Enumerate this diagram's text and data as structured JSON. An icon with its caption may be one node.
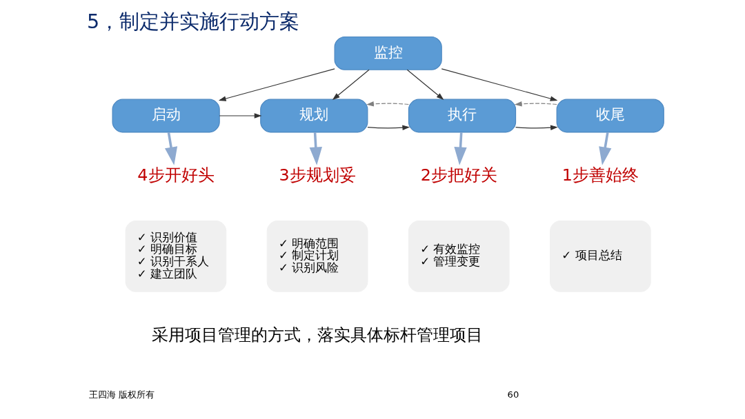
{
  "diagram": {
    "title": "5，制定并实施行动方案",
    "nodes": [
      {
        "text": [
          "监控"
        ]
      },
      {
        "text": [
          "启动"
        ]
      },
      {
        "text": [
          "规划"
        ]
      },
      {
        "text": [
          "执行"
        ]
      },
      {
        "text": [
          "收尾"
        ]
      },
      {
        "text": [
          "4步开好头"
        ]
      },
      {
        "text": [
          "3步规划妥"
        ]
      },
      {
        "text": [
          "2步把好关"
        ]
      },
      {
        "text": [
          "1步善始终"
        ]
      },
      {
        "text": [
          "✓ 识别价值",
          "✓ 明确目标",
          "✓ 识别干系人",
          "✓ 建立团队"
        ]
      },
      {
        "text": [
          "✓ 明确范围",
          "✓ 制定计划",
          "✓ 识别风险"
        ]
      },
      {
        "text": [
          "✓ 有效监控",
          "✓ 管理变更"
        ]
      },
      {
        "text": [
          "✓ 项目总结"
        ]
      }
    ],
    "edges": [
      {
        "from": 0,
        "to": 1,
        "arrow": "to"
      },
      {
        "from": 0,
        "to": 2,
        "arrow": "to"
      },
      {
        "from": 0,
        "to": 3,
        "arrow": "to"
      },
      {
        "from": 0,
        "to": 4,
        "arrow": "to"
      },
      {
        "from": 1,
        "to": 2,
        "arrow": "to"
      },
      {
        "from": 2,
        "to": 3,
        "arrow": "to"
      },
      {
        "from": 3,
        "to": 4,
        "arrow": "to"
      },
      {
        "from": 3,
        "to": 2,
        "arrow": "to",
        "style": "dashed",
        "color": "#7f7f7f"
      },
      {
        "from": 4,
        "to": 3,
        "arrow": "to",
        "style": "dashed",
        "color": "#7f7f7f"
      },
      {
        "from": 1,
        "to": 5,
        "arrow": "to",
        "style": "thick",
        "color": "#8eaad0"
      },
      {
        "from": 2,
        "to": 6,
        "arrow": "to",
        "style": "thick",
        "color": "#8eaad0"
      },
      {
        "from": 3,
        "to": 7,
        "arrow": "to",
        "style": "thick",
        "color": "#8eaad0"
      },
      {
        "from": 4,
        "to": 8,
        "arrow": "to",
        "style": "thick",
        "color": "#8eaad0"
      }
    ],
    "labels": [
      "采用项目管理的方式，落实具体标杆管理项目",
      "王四海 版权所有",
      "60"
    ]
  }
}
